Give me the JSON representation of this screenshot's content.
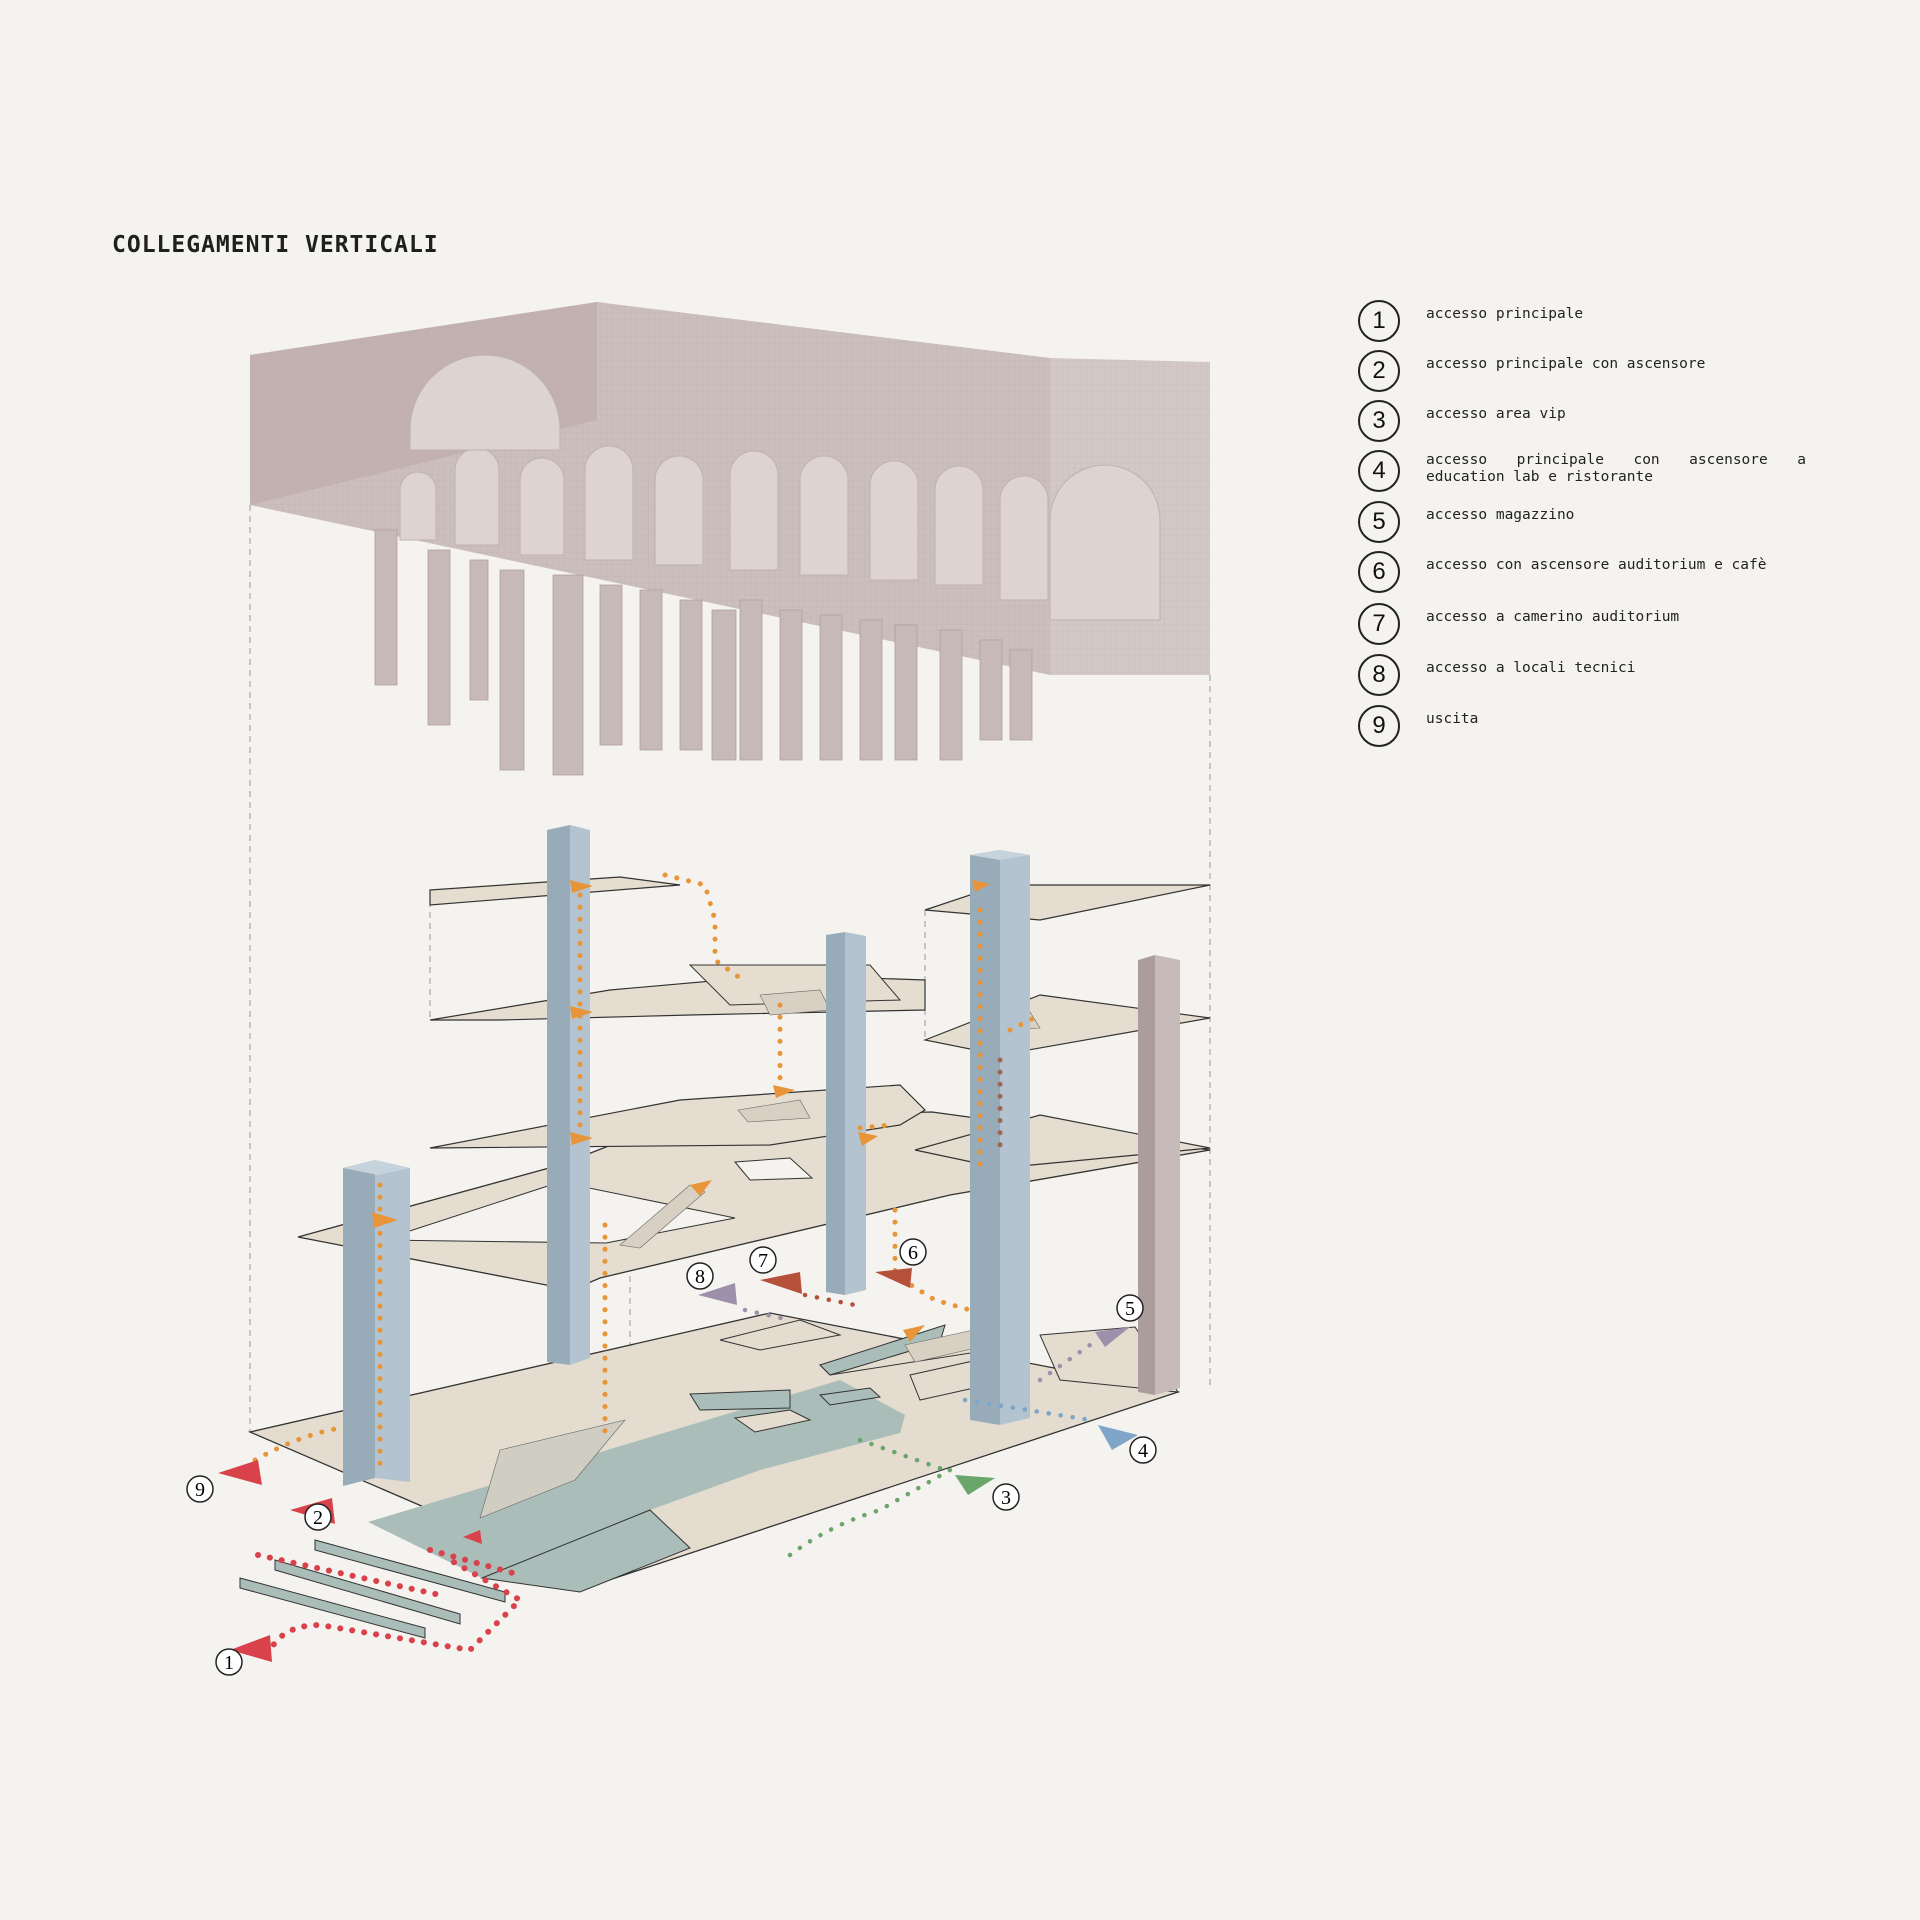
{
  "title": "COLLEGAMENTI VERTICALI",
  "legend": [
    {
      "num": "1",
      "label": "accesso principale"
    },
    {
      "num": "2",
      "label": "accesso principale con ascensore"
    },
    {
      "num": "3",
      "label": "accesso area vip"
    },
    {
      "num": "4",
      "label": "accesso principale con ascensore a education lab e ristorante"
    },
    {
      "num": "5",
      "label": "accesso magazzino"
    },
    {
      "num": "6",
      "label": "accesso con ascensore auditorium e cafè"
    },
    {
      "num": "7",
      "label": "accesso a camerino auditorium"
    },
    {
      "num": "8",
      "label": "accesso a locali tecnici"
    },
    {
      "num": "9",
      "label": "uscita"
    }
  ],
  "markers": [
    "1",
    "2",
    "3",
    "4",
    "5",
    "6",
    "7",
    "8",
    "9"
  ],
  "colors": {
    "background": "#f5f3ef",
    "roof_mass": "#c4b6b3",
    "floor_slab": "#e6dfd2",
    "ground_pool": "#a9bbb7",
    "elevator_core": "#9fb0bc",
    "service_core": "#bdb1b1",
    "vertical_path": "#e8953a",
    "main_access": "#d9414b",
    "vip_access": "#6aa56a",
    "lab_access": "#7fa6c8",
    "service_access": "#9c90ab",
    "backstage_access": "#b5503a"
  }
}
